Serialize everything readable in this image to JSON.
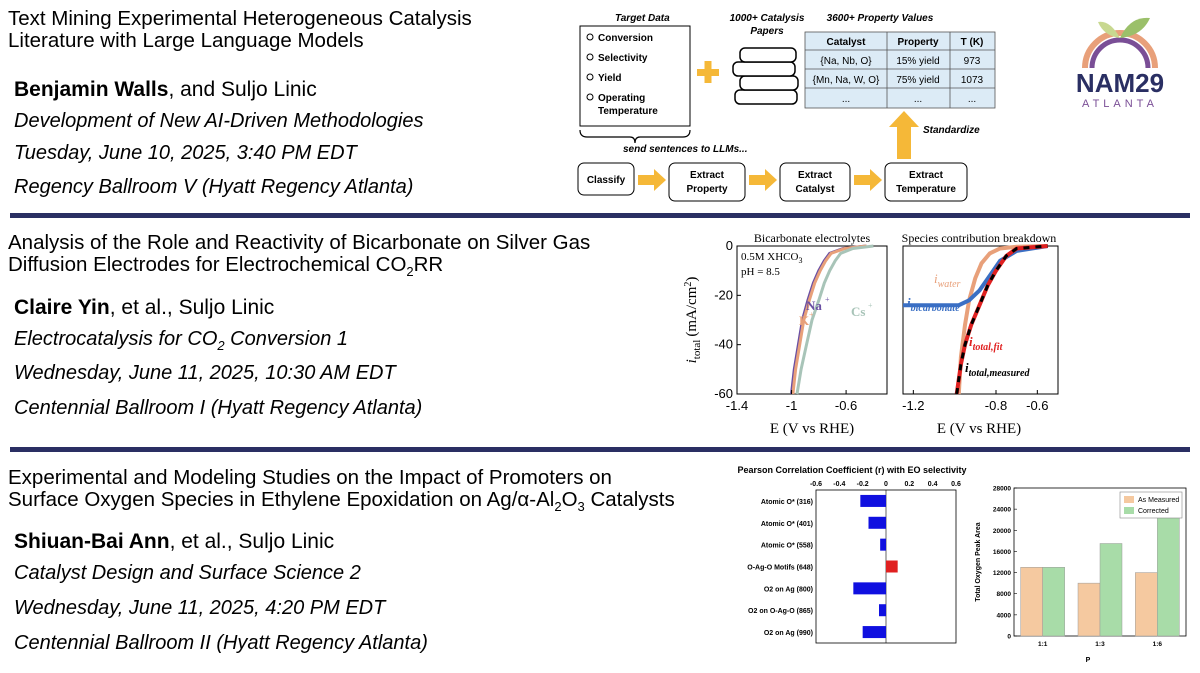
{
  "logo": {
    "main": "NAM29",
    "sub": "ATLANTA"
  },
  "talks": [
    {
      "title_line1": "Text Mining Experimental Heterogeneous Catalysis",
      "title_line2": "Literature with Large Language Models",
      "presenter": "Benjamin Walls",
      "authors_rest": ", and Suljo Linic",
      "session": "Development of New AI-Driven Methodologies",
      "datetime": "Tuesday, June 10, 2025, 3:40 PM EDT",
      "location": "Regency Ballroom V (Hyatt Regency Atlanta)"
    },
    {
      "title_line1": "Analysis of the Role and Reactivity of Bicarbonate on Silver Gas",
      "title_line2_pre": "Diffusion Electrodes for Electrochemical CO",
      "title_line2_sub": "2",
      "title_line2_post": "RR",
      "presenter": "Claire Yin",
      "authors_rest": ", et al., Suljo Linic",
      "session_pre": "Electrocatalysis for CO",
      "session_sub": "2",
      "session_post": " Conversion 1",
      "datetime": "Wednesday, June 11, 2025, 10:30 AM EDT",
      "location": "Centennial Ballroom I (Hyatt Regency Atlanta)"
    },
    {
      "title_line1": "Experimental and Modeling Studies on the Impact of Promoters on",
      "title_line2_pre": "Surface Oxygen Species in Ethylene Epoxidation on Ag/α-Al",
      "title_line2_sub1": "2",
      "title_line2_mid": "O",
      "title_line2_sub2": "3",
      "title_line2_post": " Catalysts",
      "presenter": "Shiuan-Bai Ann",
      "authors_rest": ", et al., Suljo Linic",
      "session": "Catalyst Design and Surface Science 2",
      "datetime": "Wednesday, June 11, 2025, 4:20 PM EDT",
      "location": "Centennial Ballroom II (Hyatt Regency Atlanta)"
    }
  ],
  "pipeline": {
    "target_data_title": "Target Data",
    "target_items": [
      "Conversion",
      "Selectivity",
      "Yield",
      "Operating",
      "Temperature"
    ],
    "papers_title_1": "1000+ Catalysis",
    "papers_title_2": "Papers",
    "values_title": "3600+ Property Values",
    "table_headers": [
      "Catalyst",
      "Property",
      "T (K)"
    ],
    "table_rows": [
      [
        "{Na, Nb, O}",
        "15% yield",
        "973"
      ],
      [
        "{Mn, Na, W, O}",
        "75% yield",
        "1073"
      ],
      [
        "...",
        "...",
        "..."
      ]
    ],
    "send_label": "send sentences to LLMs...",
    "standardize_label": "Standardize",
    "steps": [
      "Classify",
      "Extract",
      "Property",
      "Extract",
      "Catalyst",
      "Extract",
      "Temperature"
    ],
    "colors": {
      "arrow": "#f5b838"
    }
  },
  "chart_data": [
    {
      "type": "line",
      "title": "Bicarbonate electrolytes",
      "annotation_1": "0.5M XHCO",
      "annotation_1_sub": "3",
      "annotation_2": "pH = 8.5",
      "xlabel": "E (V vs RHE)",
      "ylabel_main": "i",
      "ylabel_sub": "total",
      "ylabel_unit": "(mA/cm",
      "ylabel_sup": "2",
      "ylabel_close": ")",
      "xlim": [
        -1.4,
        -0.3
      ],
      "ylim": [
        -60,
        0
      ],
      "x_ticks": [
        "-1.4",
        "-1",
        "-0.6"
      ],
      "y_ticks": [
        "0",
        "-20",
        "-40",
        "-60"
      ],
      "series": [
        {
          "name": "Na+",
          "label_text": "Na",
          "color": "#6a4fa3",
          "x": [
            -1.0,
            -0.98,
            -0.95,
            -0.92,
            -0.88,
            -0.84,
            -0.8,
            -0.76,
            -0.72,
            -0.62,
            -0.45
          ],
          "y": [
            -60,
            -50,
            -40,
            -30,
            -22,
            -15,
            -10,
            -6,
            -3,
            -1,
            0
          ]
        },
        {
          "name": "K+",
          "label_text": "K",
          "color": "#e8a07a",
          "x": [
            -0.99,
            -0.97,
            -0.94,
            -0.91,
            -0.87,
            -0.83,
            -0.79,
            -0.75,
            -0.71,
            -0.61,
            -0.45
          ],
          "y": [
            -60,
            -50,
            -40,
            -30,
            -22,
            -15,
            -10,
            -6,
            -3,
            -1,
            0
          ]
        },
        {
          "name": "Cs+",
          "label_text": "Cs",
          "color": "#a8c4b8",
          "x": [
            -0.96,
            -0.93,
            -0.89,
            -0.85,
            -0.8,
            -0.76,
            -0.72,
            -0.68,
            -0.64,
            -0.55,
            -0.4
          ],
          "y": [
            -60,
            -50,
            -40,
            -30,
            -22,
            -15,
            -10,
            -6,
            -3,
            -1,
            0
          ]
        }
      ]
    },
    {
      "type": "line",
      "title": "Species contribution breakdown",
      "xlabel": "E (V vs RHE)",
      "xlim": [
        -1.25,
        -0.5
      ],
      "ylim": [
        -60,
        0
      ],
      "x_ticks": [
        "-1.2",
        "-0.8",
        "-0.6"
      ],
      "series": [
        {
          "name": "i_water",
          "label_main": "i",
          "label_sub": "water",
          "color": "#e8a07a",
          "x": [
            -0.98,
            -0.97,
            -0.95,
            -0.93,
            -0.9,
            -0.87,
            -0.83,
            -0.78,
            -0.7,
            -0.55
          ],
          "y": [
            -60,
            -45,
            -32,
            -22,
            -13,
            -7,
            -3,
            -1,
            -0.3,
            0
          ]
        },
        {
          "name": "i_bicarbonate",
          "label_main": "i",
          "label_sub": "bicarbonate",
          "color": "#3a6fc4",
          "x": [
            -1.25,
            -1.15,
            -1.05,
            -0.98,
            -0.93,
            -0.88,
            -0.83,
            -0.78,
            -0.7,
            -0.55
          ],
          "y": [
            -24,
            -24,
            -24,
            -24,
            -22,
            -18,
            -12,
            -6,
            -2,
            0
          ]
        },
        {
          "name": "i_total,fit",
          "label_main": "i",
          "label_sub": "total,fit",
          "color": "#e02020",
          "x": [
            -0.99,
            -0.97,
            -0.95,
            -0.92,
            -0.88,
            -0.84,
            -0.8,
            -0.75,
            -0.7,
            -0.55
          ],
          "y": [
            -60,
            -48,
            -40,
            -32,
            -24,
            -16,
            -10,
            -4,
            -1,
            0
          ]
        },
        {
          "name": "i_total,measured",
          "label_main": "i",
          "label_sub": "total,measured",
          "color": "#000000",
          "x": [
            -0.99,
            -0.97,
            -0.95,
            -0.92,
            -0.88,
            -0.84,
            -0.8,
            -0.75,
            -0.7,
            -0.55
          ],
          "y": [
            -60,
            -48,
            -40,
            -32,
            -24,
            -16,
            -10,
            -4,
            -1,
            0
          ]
        }
      ]
    },
    {
      "type": "bar",
      "orientation": "horizontal",
      "title": "Pearson Correlation Coefficient (r) with EO selectivity",
      "categories": [
        "Atomic O* (316)",
        "Atomic O* (401)",
        "Atomic O* (558)",
        "O-Ag-O Motifs (648)",
        "O2 on Ag (800)",
        "O2 on O-Ag-O (865)",
        "O2 on Ag (990)"
      ],
      "values": [
        -0.22,
        -0.15,
        -0.05,
        0.1,
        -0.28,
        -0.06,
        -0.2
      ],
      "xlim": [
        -0.6,
        0.6
      ],
      "x_ticks": [
        "-0.6",
        "-0.4",
        "-0.2",
        "0",
        "0.2",
        "0.4",
        "0.6"
      ],
      "colors": {
        "negative": "#1010e0",
        "positive": "#e02020"
      }
    },
    {
      "type": "bar",
      "categories": [
        "1:1",
        "1:3",
        "1:6"
      ],
      "series": [
        {
          "name": "As Measured",
          "values": [
            13000,
            10000,
            12000
          ],
          "color": "#f5c9a0"
        },
        {
          "name": "Corrected",
          "values": [
            13000,
            17500,
            22500
          ],
          "color": "#a8dca8"
        }
      ],
      "ylabel": "Total Oxygen Peak Area",
      "xlabel": "P",
      "ylim": [
        0,
        28000
      ],
      "y_ticks": [
        "0",
        "4000",
        "8000",
        "12000",
        "16000",
        "20000",
        "24000",
        "28000"
      ],
      "legend": "top-right"
    }
  ]
}
